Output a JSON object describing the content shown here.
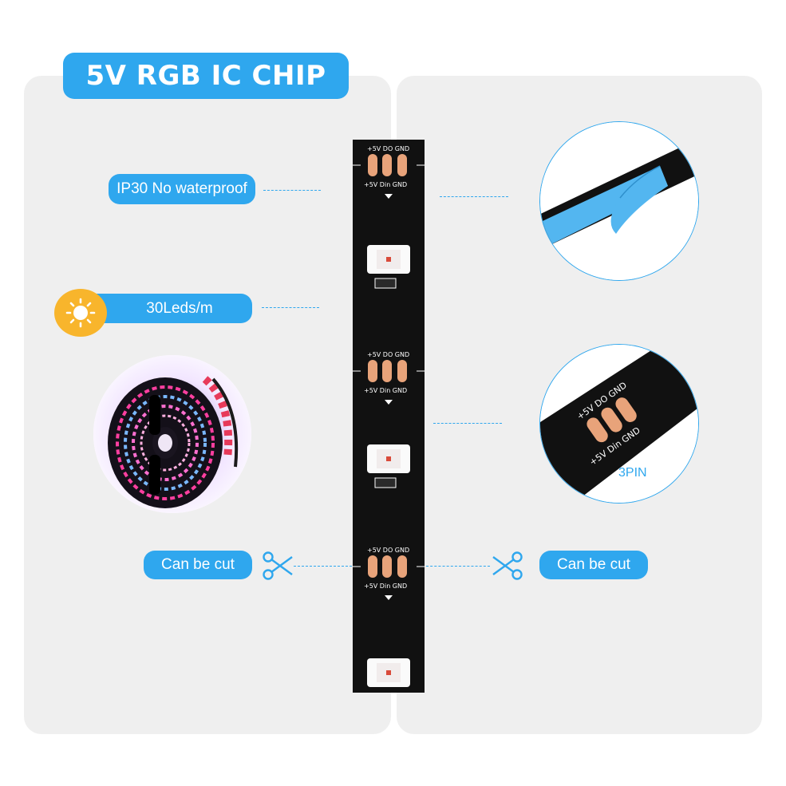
{
  "title": "5V RGB IC CHIP",
  "features": {
    "waterproof": "IP30 No waterproof",
    "density": "30Leds/m",
    "cut_left": "Can be cut",
    "cut_right": "Can be cut",
    "pin_label": "3PIN"
  },
  "strip_pads": {
    "top_labels": [
      "+5V",
      "DO",
      "GND"
    ],
    "bottom_labels": [
      "+5V",
      "Din",
      "GND"
    ]
  },
  "icons": [
    "sun-icon",
    "scissors-icon",
    "led-reel-image",
    "adhesive-tape-image",
    "pin-closeup-image",
    "led-strip-image"
  ],
  "colors": {
    "accent": "#2fa7ee",
    "panel": "#efefef",
    "sun": "#f8b52c",
    "strip": "#111111",
    "pad": "#e8a37a"
  }
}
